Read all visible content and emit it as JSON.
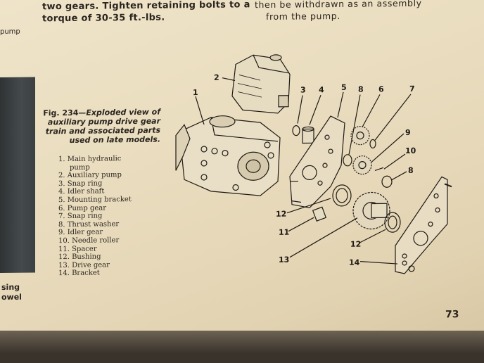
{
  "header": {
    "left_line1": "two gears. Tighten retaining bolts to a",
    "left_line2": "torque of 30-35 ft.-lbs.",
    "right_line1": "then be withdrawn as an assembly",
    "right_line2": "from the pump."
  },
  "edge_text": {
    "top": "pump",
    "bottom_line1": "sing",
    "bottom_line2": "owel"
  },
  "figure": {
    "caption_label": "Fig. 234",
    "caption_text": "—Exploded view of auxiliary pump drive gear train and associated parts used on late models.",
    "legend": [
      "1. Main hydraulic",
      "pump",
      "2. Auxiliary pump",
      "3. Snap ring",
      "4. Idler shaft",
      "5. Mounting bracket",
      "6. Pump gear",
      "7. Snap ring",
      "8. Thrust washer",
      "9. Idler gear",
      "10. Needle roller",
      "11. Spacer",
      "12. Bushing",
      "13. Drive gear",
      "14. Bracket"
    ],
    "callouts": {
      "c1": "1",
      "c2": "2",
      "c3": "3",
      "c4": "4",
      "c5": "5",
      "c8a": "8",
      "c6": "6",
      "c7": "7",
      "c9": "9",
      "c10": "10",
      "c8b": "8",
      "c12a": "12",
      "c11": "11",
      "c13": "13",
      "c12b": "12",
      "c14": "14"
    }
  },
  "page_number": "73"
}
